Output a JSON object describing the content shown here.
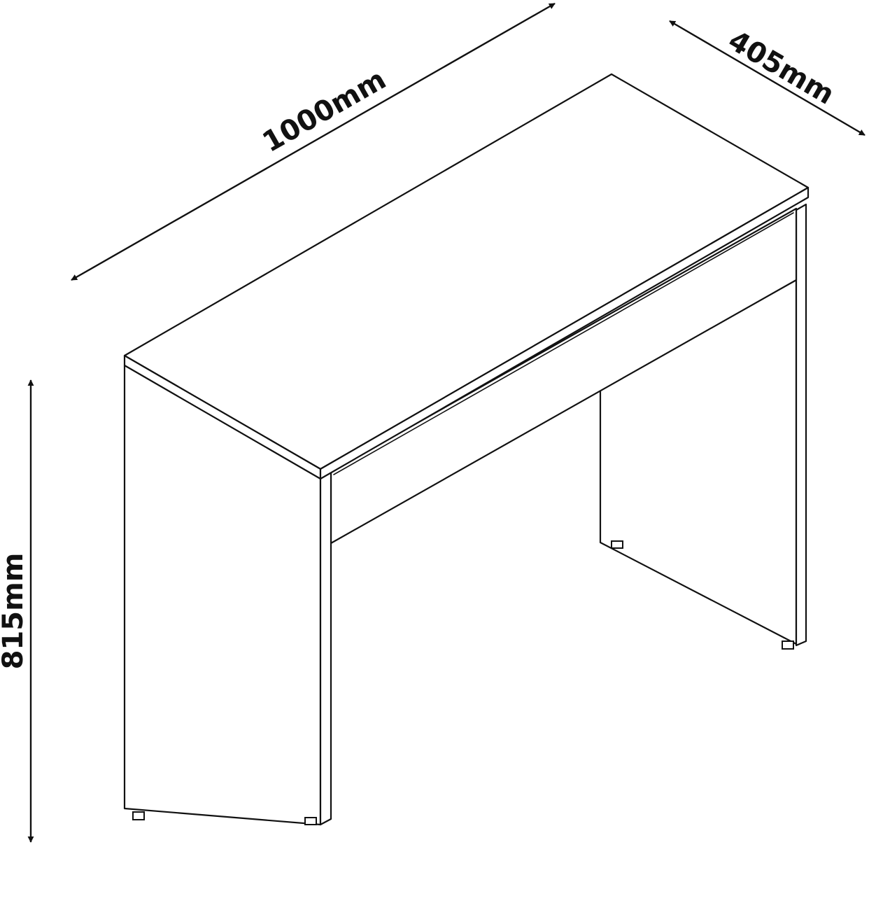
{
  "dimensions": {
    "width": {
      "label": "1000mm"
    },
    "depth": {
      "label": "405mm"
    },
    "height": {
      "label": "815mm"
    }
  },
  "colors": {
    "line": "#111111",
    "background": "#ffffff"
  }
}
